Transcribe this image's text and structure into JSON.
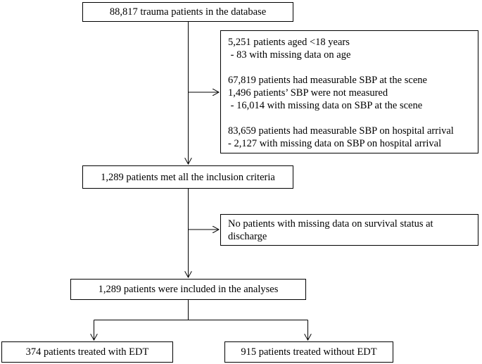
{
  "boxes": {
    "database": "88,817 trauma patients in the database",
    "exclusions": {
      "age": [
        "5,251 patients aged <18 years",
        " - 83 with missing data on age"
      ],
      "sbp_scene": [
        "67,819 patients had measurable SBP at the scene",
        "1,496 patients’ SBP were not measured",
        " - 16,014 with missing data on SBP at the scene"
      ],
      "sbp_arrival": [
        "83,659 patients had measurable SBP on hospital arrival",
        "- 2,127 with missing data on SBP on hospital arrival"
      ]
    },
    "inclusion": "1,289 patients met all the inclusion criteria",
    "survival_exclusion": [
      "No patients with missing data on survival status at",
      "discharge"
    ],
    "analysed": "1,289 patients were included in the analyses",
    "with_edt": "374 patients treated with EDT",
    "without_edt": "915 patients treated without EDT"
  }
}
